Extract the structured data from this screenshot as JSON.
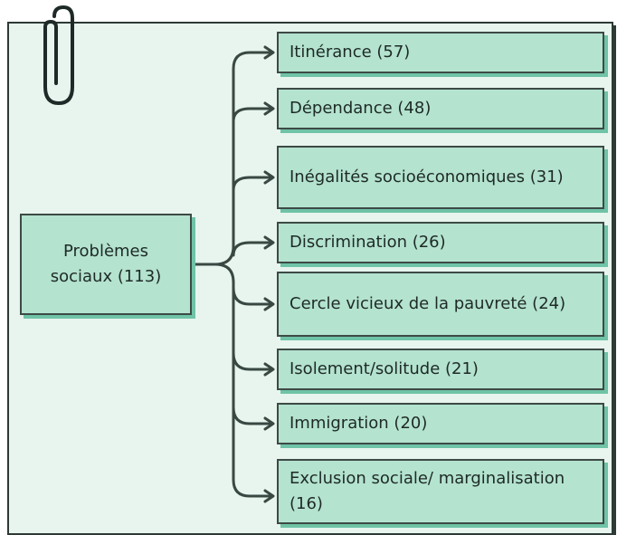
{
  "diagram": {
    "root": {
      "label": "Problèmes sociaux (113)"
    },
    "children": [
      {
        "label": "Itinérance (57)"
      },
      {
        "label": "Dépendance (48)"
      },
      {
        "label": "Inégalités socioéconomiques (31)"
      },
      {
        "label": "Discrimination (26)"
      },
      {
        "label": "Cercle vicieux de la pauvreté (24)"
      },
      {
        "label": "Isolement/solitude (21)"
      },
      {
        "label": "Immigration (20)"
      },
      {
        "label": "Exclusion sociale/ marginalisation (16)"
      }
    ]
  },
  "colors": {
    "card_background": "#e7f5ee",
    "node_fill": "#b4e3cf",
    "node_shadow": "#6fc3a6",
    "line": "#2d3a36"
  },
  "icons": [
    "paperclip-icon",
    "arrow-icon"
  ]
}
